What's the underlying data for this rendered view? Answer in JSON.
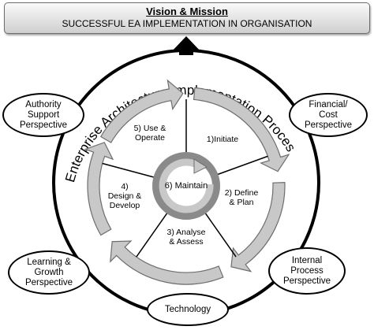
{
  "banner": {
    "title": "Vision & Mission",
    "subtitle": "SUCCESSFUL EA IMPLEMENTATION IN ORGANISATION"
  },
  "cycle": {
    "arc_title": "Enterprise Architecture Implementation Proces",
    "center": "6) Maintain",
    "stages": [
      {
        "label": "5) Use &\nOperate"
      },
      {
        "label": "1)Initiate"
      },
      {
        "label": "2) Define\n& Plan"
      },
      {
        "label": "3) Analyse\n& Assess"
      },
      {
        "label": "4)\nDesign &\nDevelop"
      }
    ]
  },
  "perspectives": {
    "authority": "Authority\nSupport\nPerspective",
    "financial": "Financial/\nCost\nPerspective",
    "learning": "Learning &\nGrowth\nPerspective",
    "internal": "Internal\nProcess\nPerspective",
    "technology": "Technology"
  },
  "colors": {
    "ring": "#000000",
    "arrow_fill": "#c8c8c8",
    "arrow_edge": "#6e6e6e",
    "banner_top": "#fafafa",
    "banner_bottom": "#cfcfcf"
  }
}
